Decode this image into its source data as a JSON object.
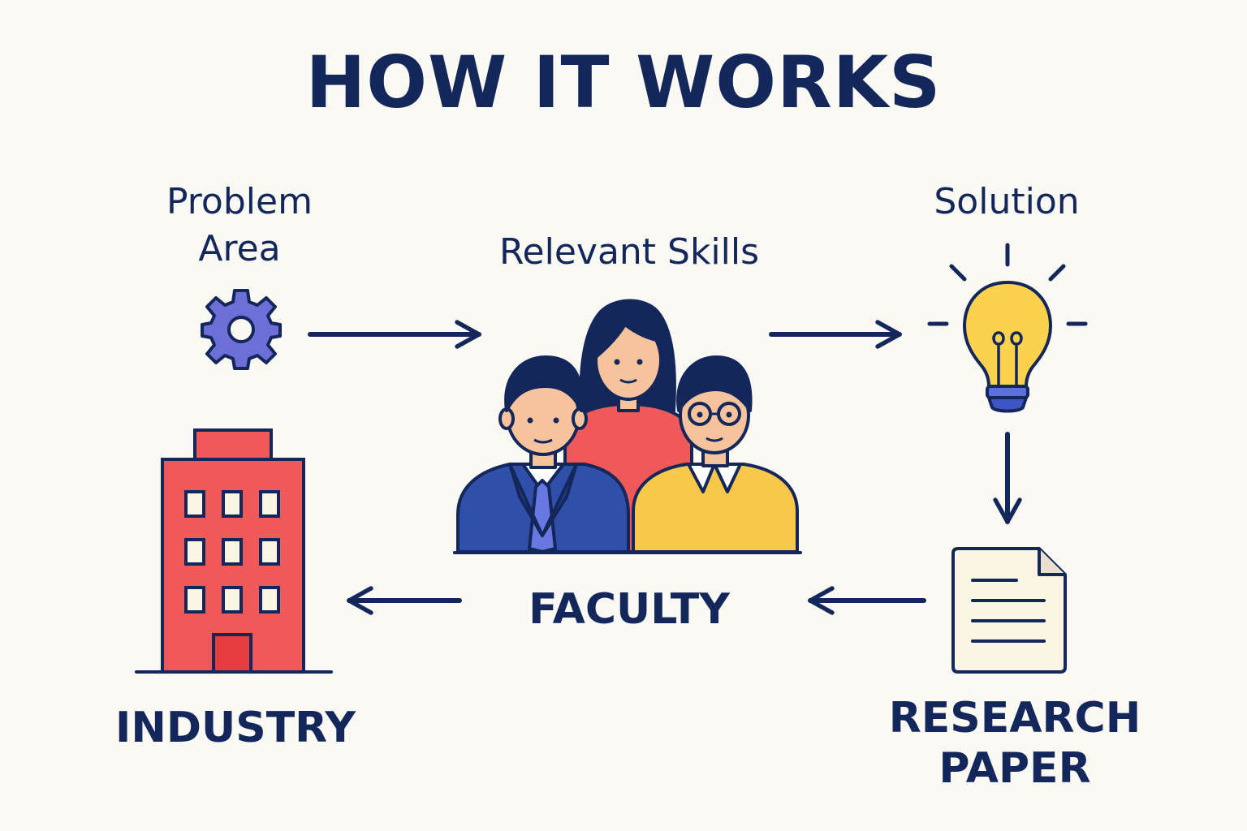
{
  "title": "HOW IT WORKS",
  "nodes": {
    "problem_area": {
      "label_line1": "Problem",
      "label_line2": "Area",
      "icon": "gear-icon"
    },
    "relevant_skills": {
      "label": "Relevant Skills",
      "icon": "people-group-icon"
    },
    "faculty": {
      "label": "FACULTY"
    },
    "solution": {
      "label": "Solution",
      "icon": "lightbulb-icon"
    },
    "research_paper": {
      "label_line1": "RESEARCH",
      "label_line2": "PAPER",
      "icon": "document-icon"
    },
    "industry": {
      "label": "INDUSTRY",
      "icon": "building-icon"
    }
  },
  "flow": [
    {
      "from": "Problem Area",
      "to": "Relevant Skills",
      "direction": "right"
    },
    {
      "from": "Relevant Skills",
      "to": "Solution",
      "direction": "right"
    },
    {
      "from": "Solution",
      "to": "RESEARCH PAPER",
      "direction": "down"
    },
    {
      "from": "RESEARCH PAPER",
      "to": "FACULTY",
      "direction": "left"
    },
    {
      "from": "FACULTY",
      "to": "INDUSTRY",
      "direction": "left"
    }
  ],
  "colors": {
    "ink": "#13275a",
    "background": "#fbf9f4",
    "gear": "#6e6fd6",
    "building": "#f0595a",
    "bulb": "#fbd24e",
    "suit": "#2f4fa8",
    "sweater": "#f9c84a",
    "skin": "#f7c39d"
  }
}
